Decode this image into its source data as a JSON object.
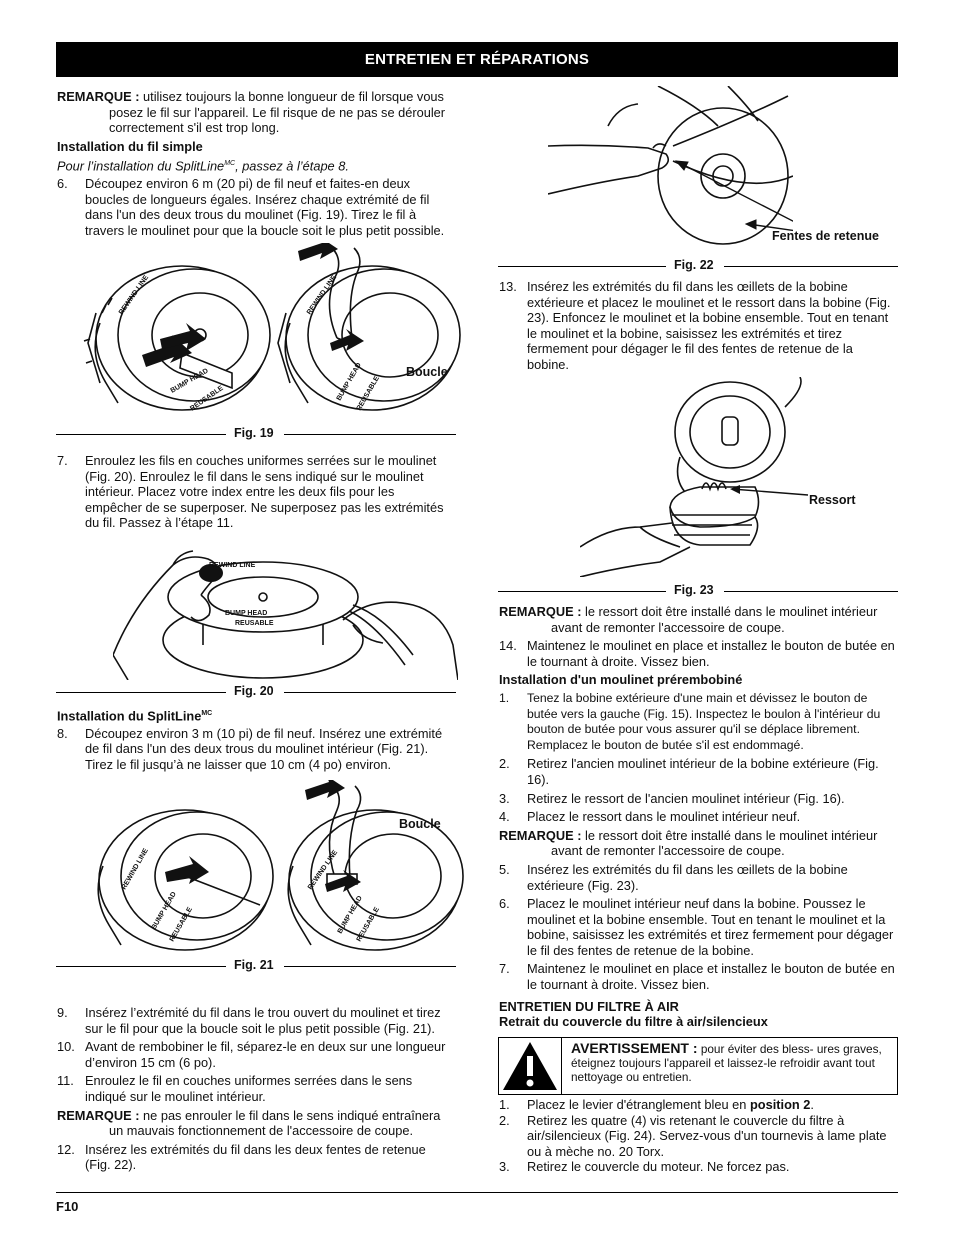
{
  "header": {
    "title": "ENTRETIEN ET RÉPARATIONS"
  },
  "left": {
    "note1": {
      "label": "REMARQUE :",
      "text": "utilisez toujours la bonne longueur de fil lorsque vous posez le fil sur l'appareil. Le fil risque de ne pas se dérouler correctement s'il est trop long."
    },
    "h_single": "Installation du fil simple",
    "splitline_instr_a": "Pour l’installation du SplitLine",
    "splitline_instr_sup": "MC",
    "splitline_instr_b": ", passez à l’étape 8.",
    "step6": {
      "num": "6.",
      "text": "Découpez environ 6 m (20 pi) de fil neuf et faites-en deux boucles de longueurs égales. Insérez chaque extrémité de fil dans l'un des deux trous du moulinet (Fig. 19). Tirez le fil à travers le moulinet pour que la boucle soit le plus petit possible."
    },
    "fig19_callout": "Boucle",
    "fig19": "Fig. 19",
    "step7": {
      "num": "7.",
      "text": "Enroulez les fils en couches uniformes serrées sur le moulinet (Fig. 20). Enroulez le fil dans le sens indiqué sur le moulinet intérieur. Placez votre index entre les deux fils pour les empêcher de se superposer. Ne superposez pas les extrémités du fil. Passez à l’étape 11."
    },
    "fig20": "Fig. 20",
    "h_split": "Installation du SplitLine",
    "h_split_sup": "MC",
    "step8": {
      "num": "8.",
      "text": "Découpez environ 3 m (10 pi) de fil neuf. Insérez une extrémité de fil dans l'un des deux trous du moulinet intérieur (Fig. 21). Tirez le fil jusqu’à ne laisser que 10 cm (4 po) environ."
    },
    "fig21_callout": "Boucle",
    "fig21": "Fig. 21",
    "step9": {
      "num": "9.",
      "text": "Insérez l’extrémité du fil dans le trou ouvert du moulinet et tirez sur le fil pour que la boucle soit le plus petit possible (Fig. 21)."
    },
    "step10": {
      "num": "10.",
      "text": "Avant de rembobiner le fil, séparez-le en deux sur une longueur d’environ 15 cm (6 po)."
    },
    "step11": {
      "num": "11.",
      "text": "Enroulez le fil en couches uniformes serrées dans le sens indiqué sur le moulinet intérieur."
    },
    "note2": {
      "label": "REMARQUE :",
      "text": "ne pas enrouler le fil dans le sens indiqué entraînera un mauvais fonctionnement de l'accessoire de coupe."
    },
    "step12": {
      "num": "12.",
      "text": "Insérez les extrémités du fil dans les deux fentes de retenue (Fig. 22)."
    }
  },
  "spool": {
    "rewind": "REWIND LINE",
    "bump": "BUMP HEAD",
    "reusable": "REUSABLE",
    "line": "LINE"
  },
  "right": {
    "fig22_callout": "Fentes de retenue",
    "fig22": "Fig. 22",
    "step13": {
      "num": "13.",
      "text": "Insérez les extrémités du fil dans les œillets de la bobine extérieure et placez le moulinet et le ressort dans la bobine (Fig. 23). Enfoncez le moulinet et la bobine ensemble. Tout en tenant le moulinet et la bobine, saisissez les extrémités et tirez fermement pour dégager le fil des fentes de retenue de la bobine."
    },
    "fig23_callout": "Ressort",
    "fig23": "Fig. 23",
    "note3": {
      "label": "REMARQUE :",
      "text": "le ressort doit être installé dans le moulinet intérieur avant de remonter l'accessoire de coupe."
    },
    "step14": {
      "num": "14.",
      "text": "Maintenez le moulinet en place et installez le bouton de butée en le tournant à droite. Vissez bien."
    },
    "h_prewound": "Installation d'un moulinet prérembobiné",
    "pw1": {
      "num": "1.",
      "text": "Tenez la bobine extérieure d'une main et dévissez le bouton de butée vers la gauche (Fig. 15). Inspectez le boulon à l'intérieur du bouton de butée pour vous assurer qu'il se déplace librement. Remplacez le bouton de butée s'il est endommagé."
    },
    "pw2": {
      "num": "2.",
      "text": "Retirez l'ancien moulinet intérieur de la bobine extérieure (Fig. 16)."
    },
    "pw3": {
      "num": "3.",
      "text": "Retirez le ressort de l'ancien moulinet intérieur (Fig. 16)."
    },
    "pw4": {
      "num": "4.",
      "text": "Placez le ressort dans le moulinet intérieur neuf."
    },
    "note4": {
      "label": "REMARQUE :",
      "text": "le ressort doit être installé dans le moulinet intérieur avant de remonter l'accessoire de coupe."
    },
    "pw5": {
      "num": "5.",
      "text": "Insérez les extrémités du fil dans les œillets de la bobine extérieure (Fig. 23)."
    },
    "pw6": {
      "num": "6.",
      "text": "Placez le moulinet intérieur neuf dans la bobine. Poussez le moulinet et la bobine ensemble. Tout en tenant le moulinet et la bobine, saisissez les extrémités et tirez fermement pour dégager le fil des fentes de retenue de la bobine."
    },
    "pw7": {
      "num": "7.",
      "text": "Maintenez le moulinet en place et installez le bouton de butée en le tournant à droite. Vissez bien."
    },
    "h_filter": "ENTRETIEN DU FILTRE À AIR",
    "h_filter_sub": "Retrait du couvercle du filtre à air/silencieux",
    "warning": {
      "label": "AVERTISSEMENT :",
      "text": "pour éviter des bless- ures graves, éteignez toujours l'appareil et laissez-le refroidir avant tout nettoyage ou entretien."
    },
    "af1": {
      "num": "1.",
      "pre": "Placez le levier d'étranglement bleu en ",
      "bold": "position 2",
      "post": "."
    },
    "af2": {
      "num": "2.",
      "text": "Retirez les quatre (4) vis retenant le couvercle du filtre à air/silencieux (Fig. 24). Servez-vous d'un tournevis à lame plate ou à mèche no. 20 Torx."
    },
    "af3": {
      "num": "3.",
      "text": "Retirez le couvercle du moteur. Ne forcez pas."
    }
  },
  "footer": {
    "page": "F10"
  }
}
